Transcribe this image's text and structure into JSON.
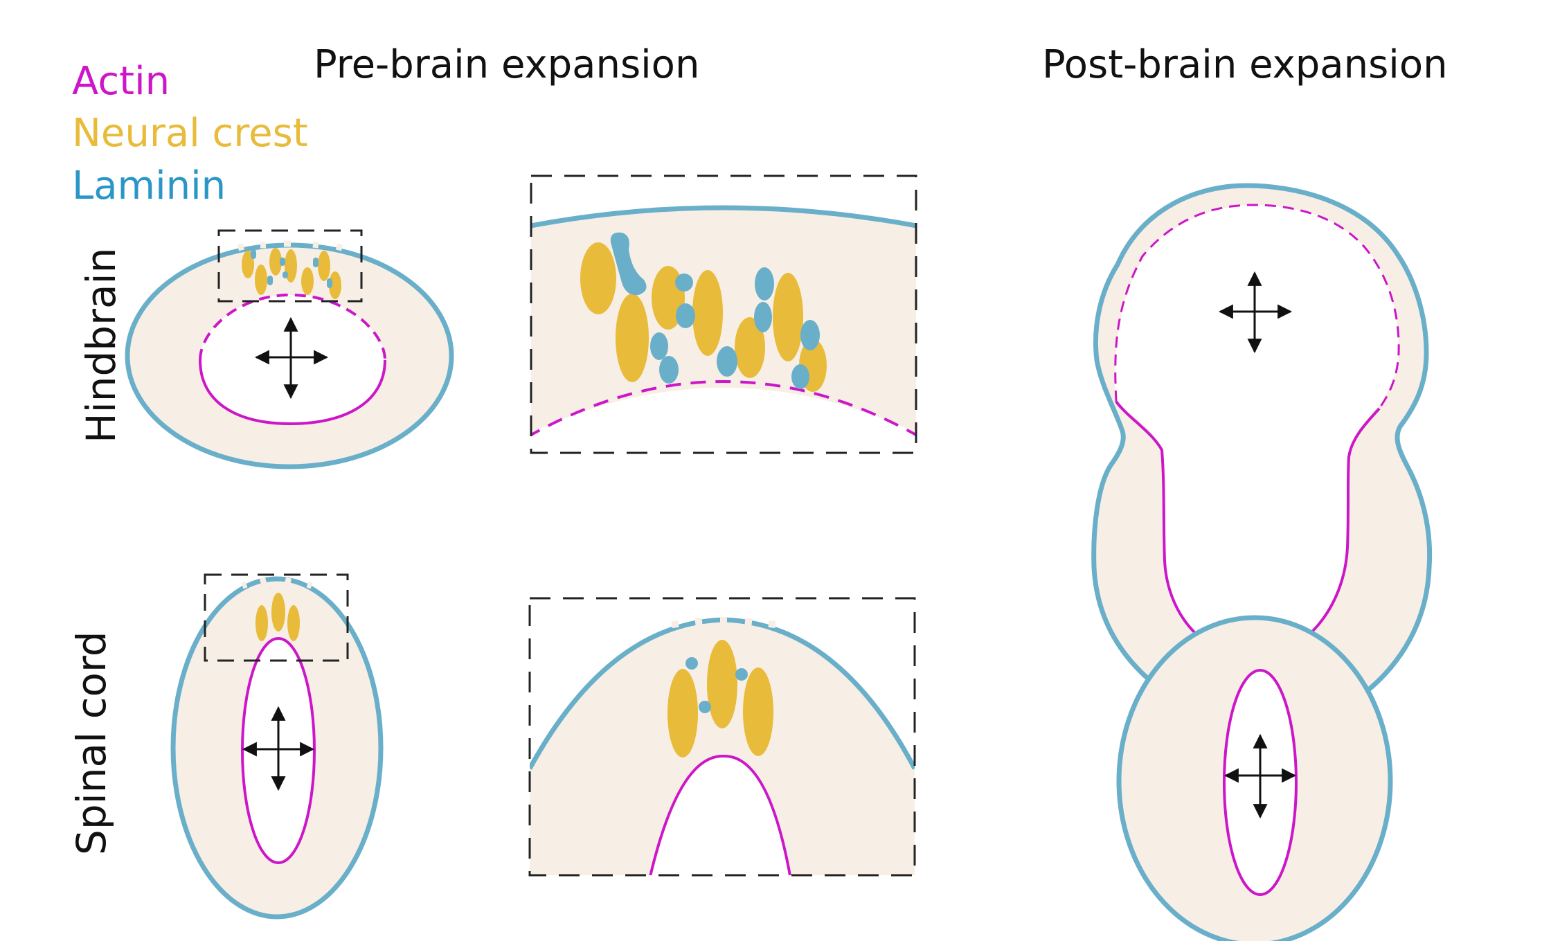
{
  "legend": {
    "actin": "Actin",
    "neural_crest": "Neural crest",
    "laminin": "Laminin"
  },
  "headings": {
    "pre": "Pre-brain expansion",
    "post": "Post-brain expansion"
  },
  "row_labels": {
    "hindbrain": "Hindbrain",
    "spinal_cord": "Spinal cord"
  },
  "colors": {
    "actin": "#cc16c8",
    "neural_crest": "#e8bb3a",
    "laminin": "#6aafc9",
    "tissue": "#f7efe5",
    "text": "#111111"
  }
}
